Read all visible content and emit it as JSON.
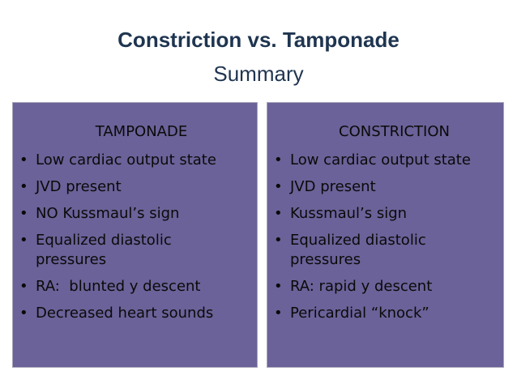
{
  "slide": {
    "title": "Constriction vs. Tamponade",
    "subtitle": "Summary"
  },
  "left_panel": {
    "heading": "TAMPONADE",
    "items": [
      [
        "Low cardiac output state"
      ],
      [
        "JVD present"
      ],
      [
        "NO Kussmaul’s sign"
      ],
      [
        "Equalized diastolic",
        "pressures"
      ],
      [
        "RA:  blunted y descent"
      ],
      [
        "Decreased heart sounds"
      ]
    ]
  },
  "right_panel": {
    "heading": "CONSTRICTION",
    "items": [
      [
        "Low cardiac output state"
      ],
      [
        "JVD present"
      ],
      [
        "Kussmaul’s sign"
      ],
      [
        "Equalized diastolic",
        "pressures"
      ],
      [
        "RA: rapid y descent"
      ],
      [
        "Pericardial “knock”"
      ]
    ]
  },
  "colors": {
    "title_text": "#1f3550",
    "panel_background": "#6a6298",
    "panel_border": "#a8a4b8",
    "panel_text": "#0a0a0a"
  }
}
